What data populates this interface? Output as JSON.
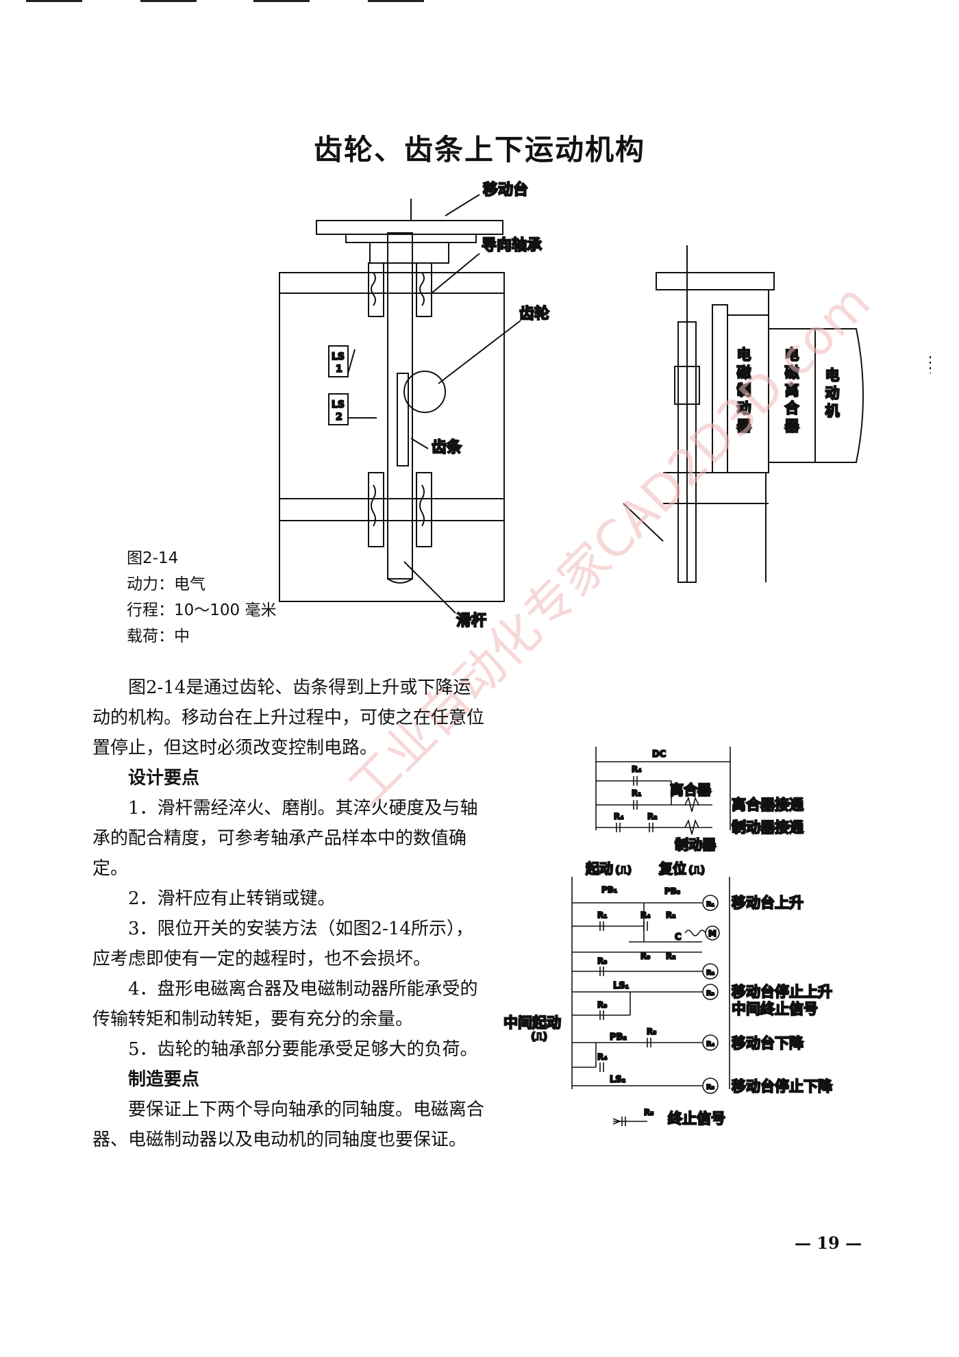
{
  "header": {
    "title": "齿轮、齿条上下运动机构"
  },
  "figure": {
    "main_labels": {
      "moving_table": "移动台",
      "guide_bearing": "导向轴承",
      "gear": "齿轮",
      "rack": "齿条",
      "slide_rod": "滑杆",
      "ls1_a": "LS",
      "ls1_b": "1",
      "ls2_a": "LS",
      "ls2_b": "2"
    },
    "side_labels": {
      "brake": "电磁制动器",
      "clutch": "电磁离合器",
      "motor": "电动机"
    },
    "caption": {
      "figure_no": "图2-14",
      "power": "动力：电气",
      "stroke": "行程：10～100 毫米",
      "load": "载荷：中"
    }
  },
  "circuit": {
    "dc": "DC",
    "clutch": "离合器",
    "clutch_on": "离合器接通",
    "brake_on": "制动器接通",
    "brake": "制动器",
    "start": "起动",
    "reset": "复位",
    "pulse": "(⎍)",
    "table_up": "移动台上升",
    "stop_up": "移动台停止上升",
    "mid_end_signal": "中间终止信号",
    "mid_start": "中间起动",
    "table_down": "移动台下降",
    "stop_down": "移动台停止下降",
    "end_signal": "终止信号",
    "contacts": {
      "r1": "R₁",
      "r2": "R₂",
      "r3": "R₃",
      "r4": "R₄",
      "r5": "R₅",
      "pb1": "PB₁",
      "pb2": "PB₂",
      "pb3": "PB₃",
      "ls1": "LS₁",
      "ls2": "LS₂",
      "c": "C",
      "m": "M"
    }
  },
  "body": {
    "intro": "图2-14是通过齿轮、齿条得到上升或下降运动的机构。移动台在上升过程中，可使之在任意位置停止，但这时必须改变控制电路。",
    "design_heading": "设计要点",
    "design_1": "1．滑杆需经淬火、磨削。其淬火硬度及与轴承的配合精度，可参考轴承产品样本中的数值确定。",
    "design_2": "2．滑杆应有止转销或键。",
    "design_3": "3．限位开关的安装方法（如图2-14所示），应考虑即使有一定的越程时，也不会损坏。",
    "design_4": "4．盘形电磁离合器及电磁制动器所能承受的传输转矩和制动转矩，要有充分的余量。",
    "design_5": "5．齿轮的轴承部分要能承受足够大的负荷。",
    "mfg_heading": "制造要点",
    "mfg_1": "要保证上下两个导向轴承的同轴度。电磁离合器、电磁制动器以及电动机的同轴度也要保证。"
  },
  "footer": {
    "page_number": "— 19 —"
  },
  "watermark": "工业自动化专家CAD2D3D.com"
}
